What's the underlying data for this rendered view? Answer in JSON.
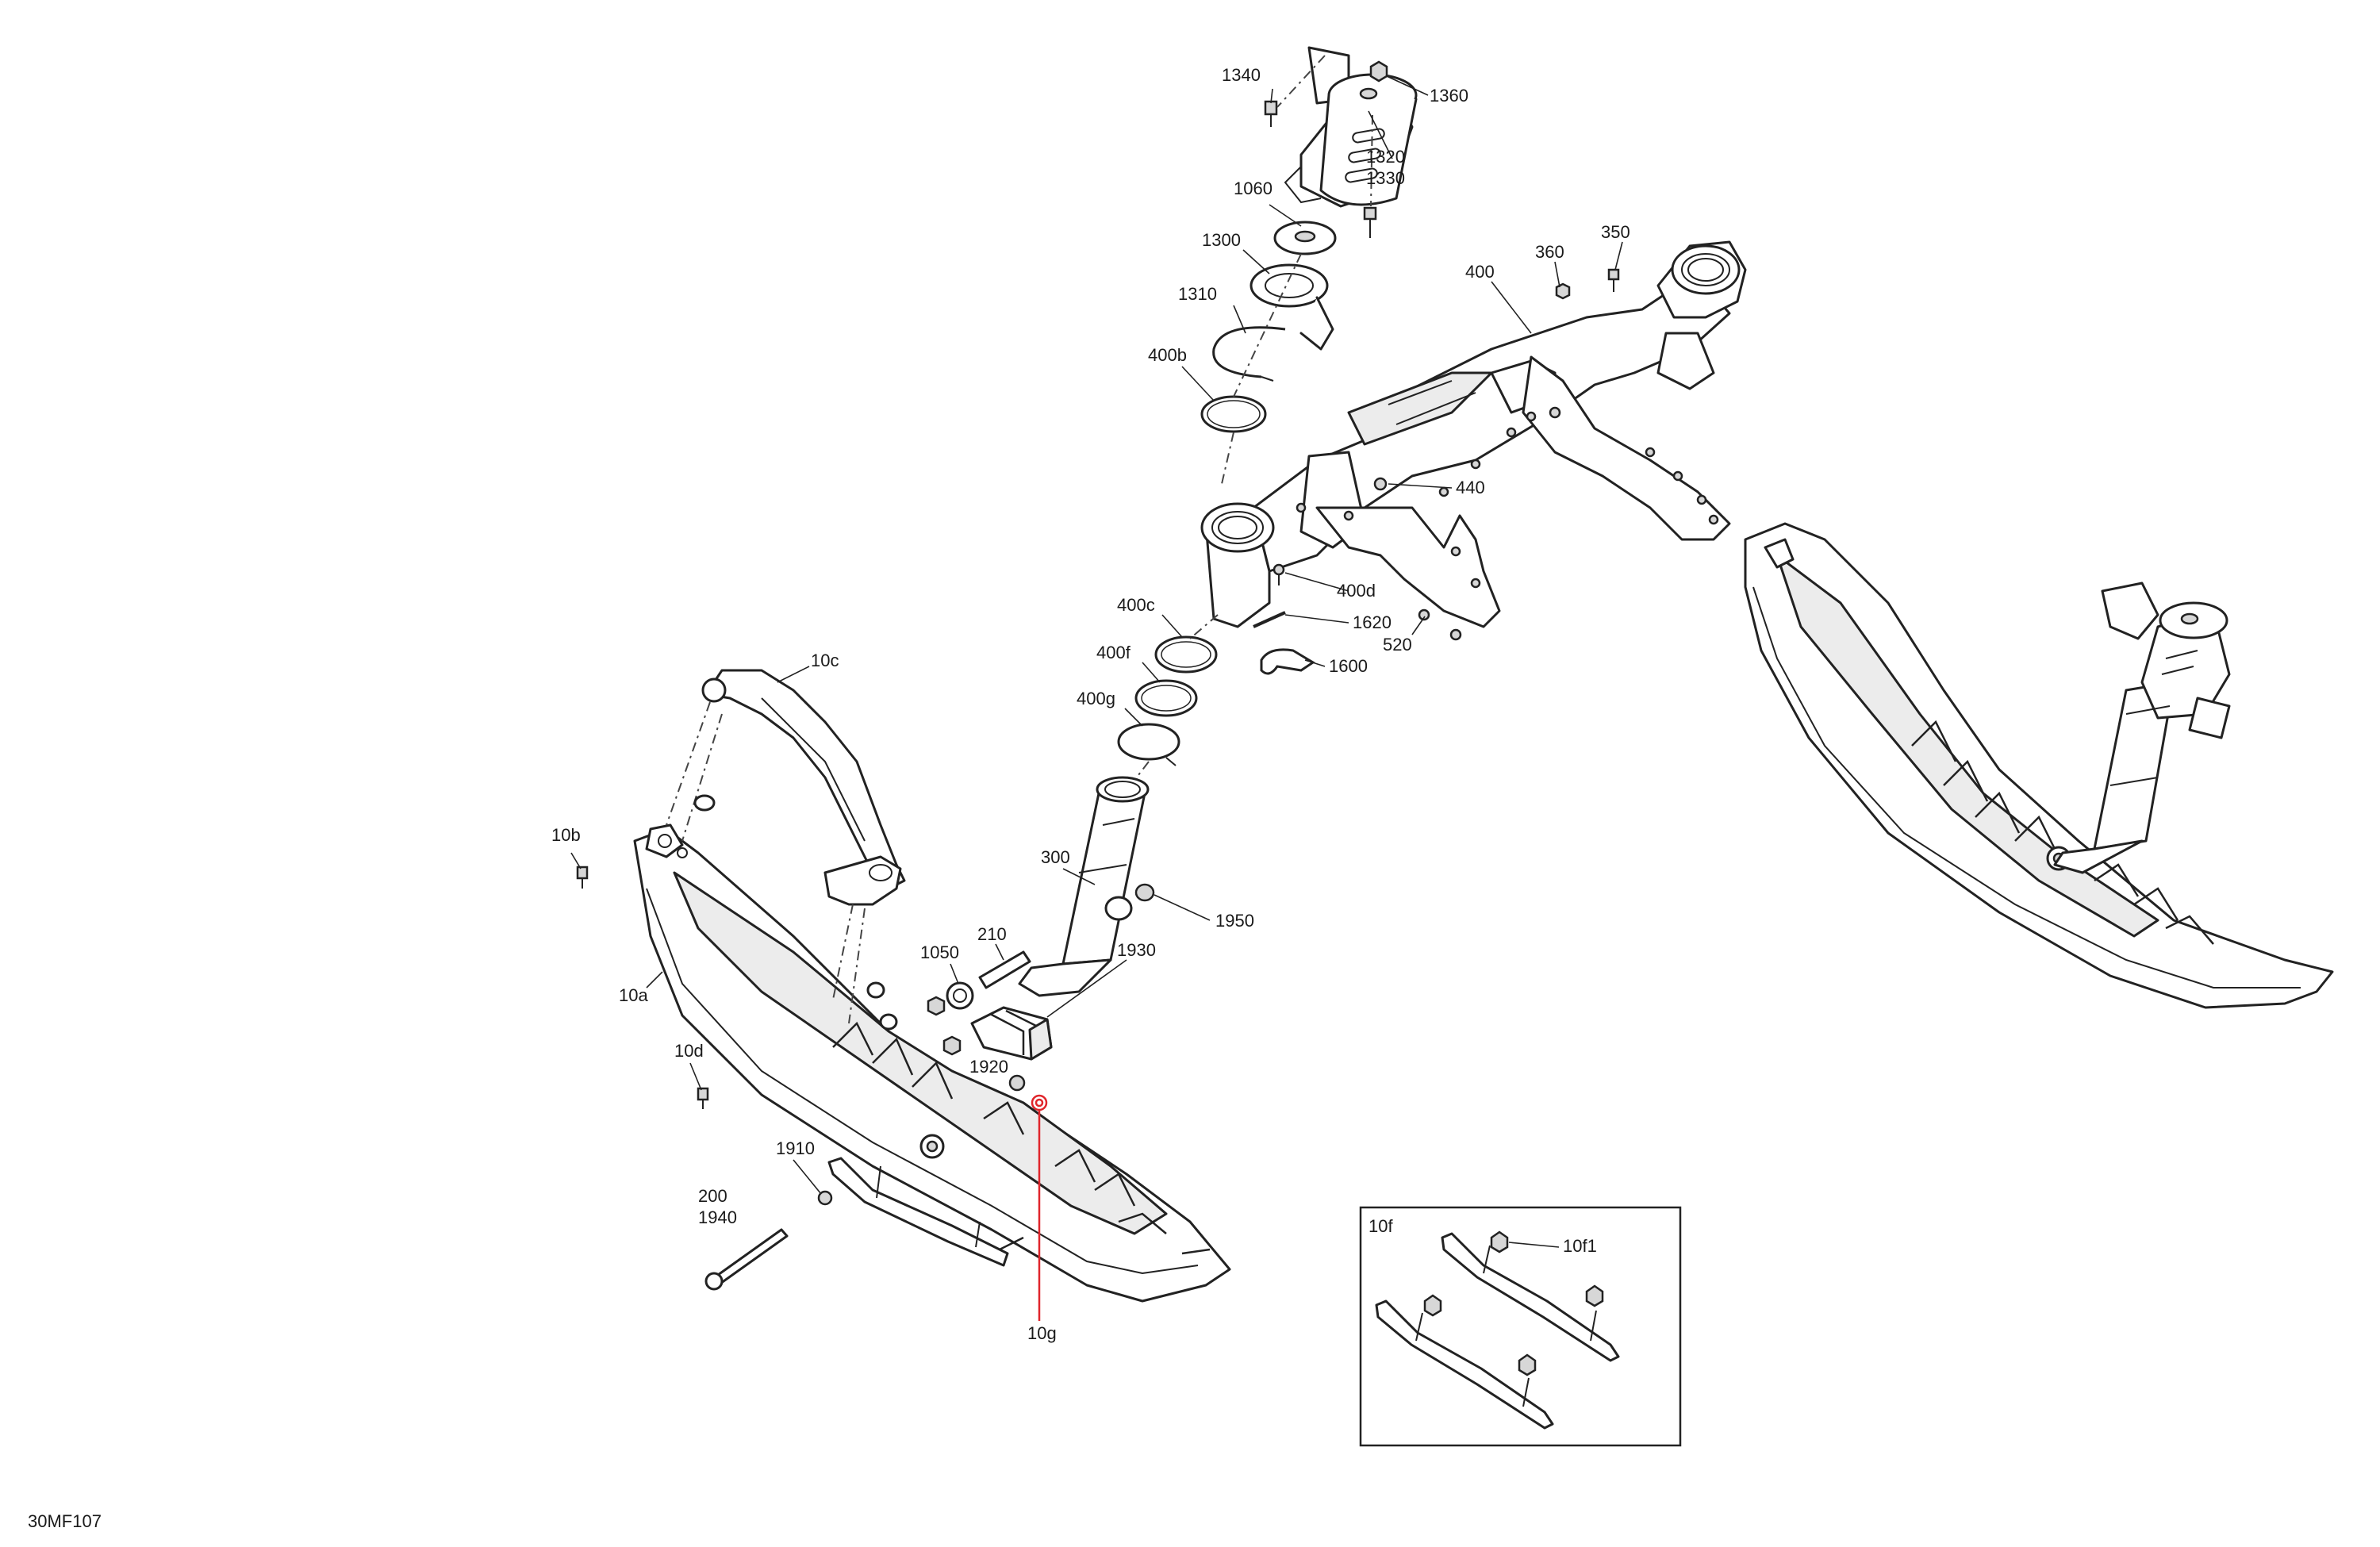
{
  "diagram_code": "30MF107",
  "callouts": {
    "c1340": "1340",
    "c1360": "1360",
    "c1320": "1320",
    "c1330": "1330",
    "c1060": "1060",
    "c1300": "1300",
    "c1310": "1310",
    "c400b": "400b",
    "c360": "360",
    "c350": "350",
    "c400": "400",
    "c440": "440",
    "c400d": "400d",
    "c1620": "1620",
    "c520": "520",
    "c1600": "1600",
    "c400c": "400c",
    "c400f": "400f",
    "c400g": "400g",
    "c10c": "10c",
    "c10b": "10b",
    "c10a": "10a",
    "c300": "300",
    "c1950": "1950",
    "c210": "210",
    "c1050": "1050",
    "c1930": "1930",
    "c1920": "1920",
    "c10d": "10d",
    "c1910": "1910",
    "c200": "200",
    "c1940": "1940",
    "c10g": "10g"
  },
  "inset": {
    "label": "10f",
    "callout": "10f1"
  },
  "highlight": {
    "part": "10g",
    "color": "#e0252b"
  }
}
